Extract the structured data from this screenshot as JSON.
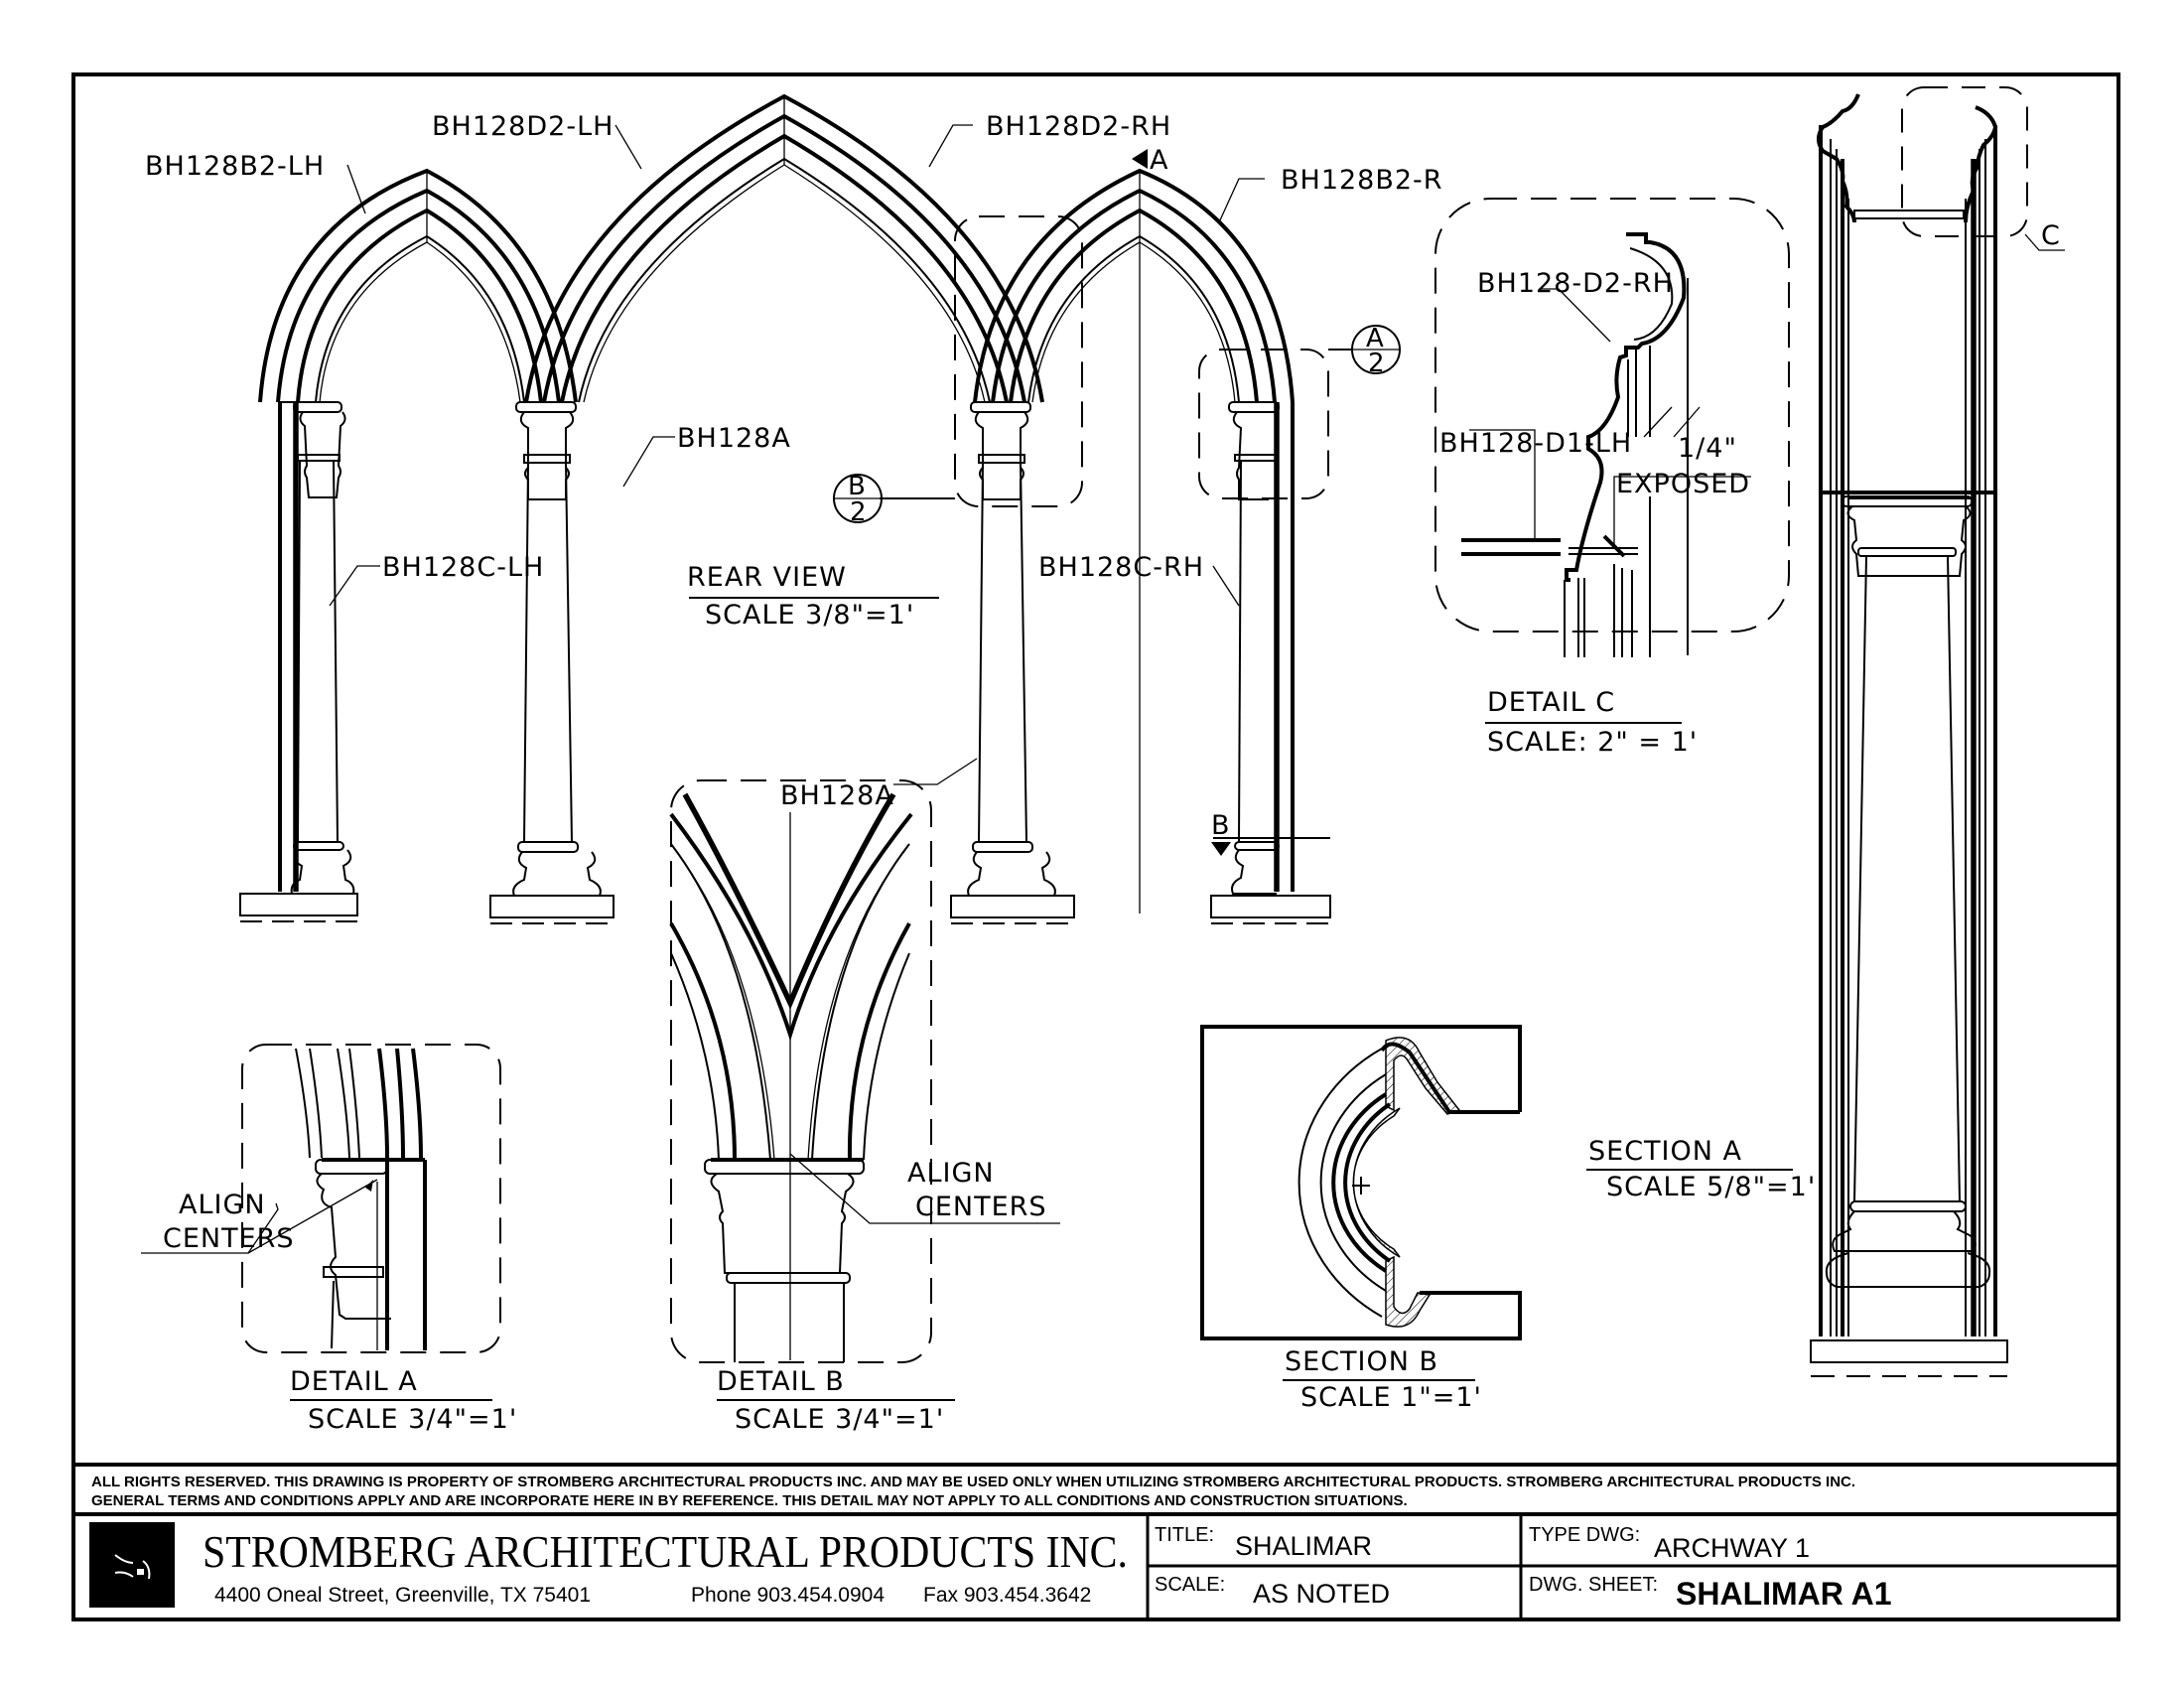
{
  "drawing": {
    "labels": {
      "bh128b2_lh": "BH128B2-LH",
      "bh128d2_lh": "BH128D2-LH",
      "bh128d2_rh": "BH128D2-RH",
      "bh128b2_r": "BH128B2-R",
      "bh128a_top": "BH128A",
      "bh128a_bottom": "BH128A",
      "bh128c_lh": "BH128C-LH",
      "bh128c_rh": "BH128C-RH",
      "section_marker_a": "A",
      "section_marker_b": "B",
      "detail_c_marker": "C"
    },
    "callouts": {
      "a2": {
        "letter": "A",
        "sheet": "2"
      },
      "b2": {
        "letter": "B",
        "sheet": "2"
      }
    },
    "views": {
      "rear_view": {
        "title": "REAR VIEW",
        "scale": "SCALE 3/8\"=1'"
      },
      "detail_a": {
        "title": "DETAIL A",
        "scale": "SCALE 3/4\"=1'",
        "note_line1": "ALIGN",
        "note_line2": "CENTERS"
      },
      "detail_b": {
        "title": "DETAIL B",
        "scale": "SCALE 3/4\"=1'",
        "note_line1": "ALIGN",
        "note_line2": "CENTERS"
      },
      "detail_c": {
        "title": "DETAIL C",
        "scale": "SCALE: 2\" = 1'",
        "label_d2": "BH128-D2-RH",
        "label_d1": "BH128-D1-LH",
        "dim_value": "1/4\"",
        "dim_note": "EXPOSED"
      },
      "section_a": {
        "title": "SECTION A",
        "scale": "SCALE 5/8\"=1'"
      },
      "section_b": {
        "title": "SECTION B",
        "scale": "SCALE 1\"=1'"
      }
    }
  },
  "title_block": {
    "disclaimer_line1": "ALL RIGHTS RESERVED. THIS DRAWING IS PROPERTY OF STROMBERG ARCHITECTURAL PRODUCTS INC. AND MAY BE USED ONLY WHEN UTILIZING STROMBERG ARCHITECTURAL PRODUCTS.  STROMBERG ARCHITECTURAL PRODUCTS INC.",
    "disclaimer_line2": "GENERAL TERMS AND CONDITIONS APPLY AND ARE INCORPORATE HERE IN BY REFERENCE.  THIS DETAIL MAY NOT APPLY TO ALL CONDITIONS AND CONSTRUCTION SITUATIONS.",
    "company_name": "STROMBERG ARCHITECTURAL PRODUCTS INC.",
    "address": "4400 Oneal Street, Greenville, TX  75401",
    "phone": "Phone 903.454.0904",
    "fax": "Fax 903.454.3642",
    "logo_icon": "stromberg-logo-icon",
    "title_label": "TITLE:",
    "title_value": "SHALIMAR",
    "scale_label": "SCALE:",
    "scale_value": "AS NOTED",
    "type_label": "TYPE DWG:",
    "type_value": "ARCHWAY 1",
    "sheet_label": "DWG. SHEET:",
    "sheet_value": "SHALIMAR A1"
  }
}
